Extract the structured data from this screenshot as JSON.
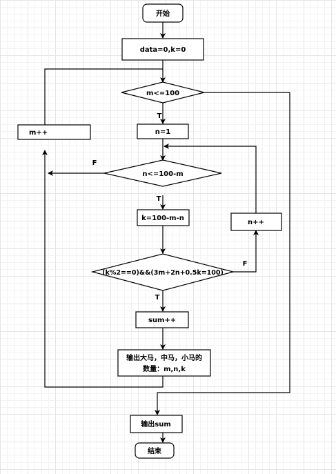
{
  "nodes": {
    "start": "开始",
    "init": "data=0,k=0",
    "cond_m": "m<=100",
    "m_inc": "m++",
    "set_n": "n=1",
    "cond_n": "n<=100-m",
    "calc_k": "k=100-m-n",
    "n_inc": "n++",
    "cond_main": "(k%2==0)&&(3m+2n+0.5k=100)",
    "sum_inc": "sum++",
    "output_line1": "输出大马，中马，小马的",
    "output_line2": "数量：m,n,k",
    "output_sum": "输出sum",
    "end": "结束"
  },
  "edge_labels": {
    "m_true": "T",
    "n_false": "F",
    "n_true": "T",
    "main_false": "F",
    "main_true": "T"
  }
}
